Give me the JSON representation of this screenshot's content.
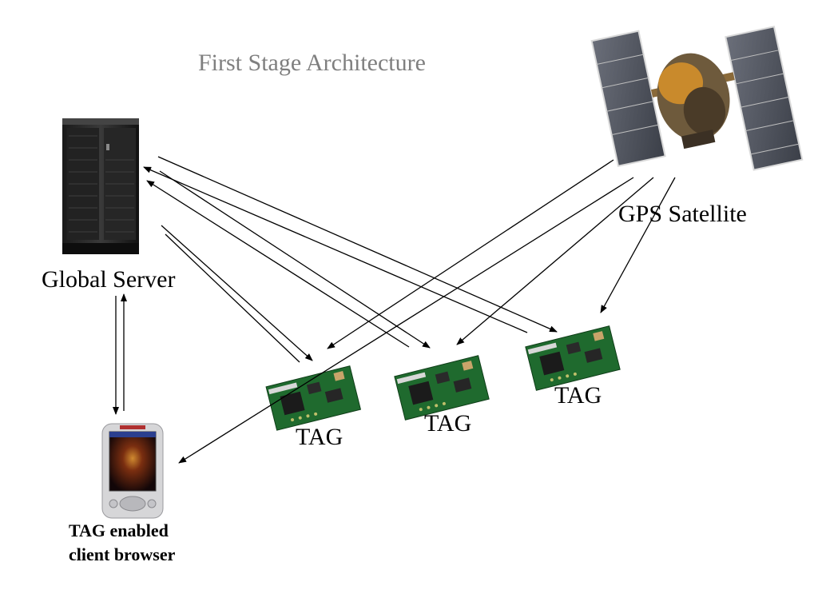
{
  "title": "First Stage Architecture",
  "nodes": {
    "server": "Global Server",
    "satellite": "GPS Satellite",
    "tag1": "TAG",
    "tag2": "TAG",
    "tag3": "TAG",
    "client_line1": "TAG enabled",
    "client_line2": "client browser"
  },
  "icons": {
    "server": "server-rack-icon",
    "satellite": "gps-satellite-icon",
    "tag_board": "circuit-board-icon",
    "client": "pda-handheld-icon"
  }
}
